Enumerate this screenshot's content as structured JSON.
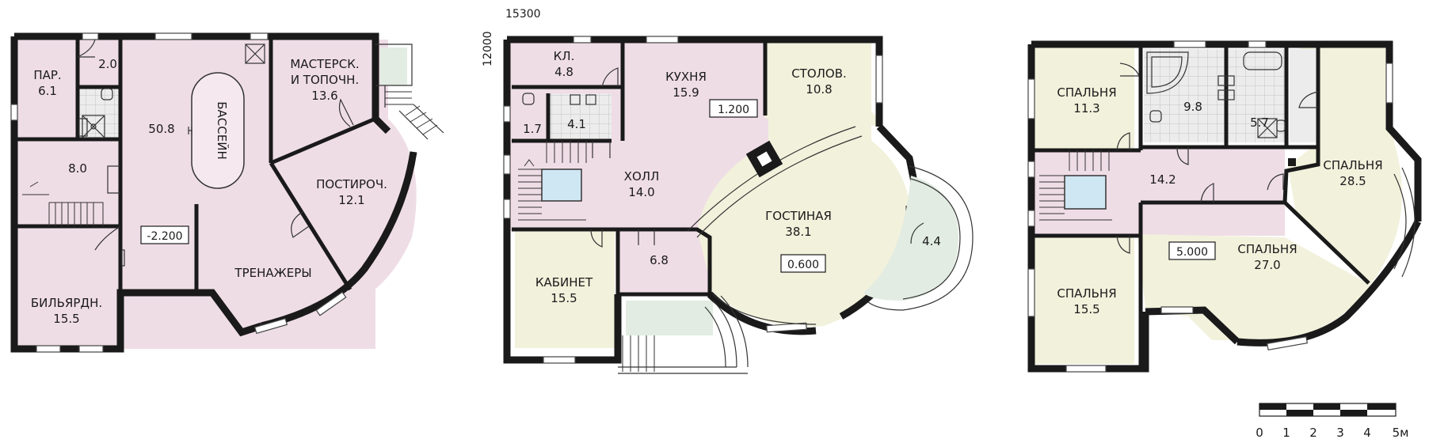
{
  "dimensions": {
    "width": "15300",
    "height": "12000"
  },
  "floors": [
    {
      "rooms": [
        {
          "name": "ПАР.",
          "area": "6.1"
        },
        {
          "name": "",
          "area": "2.0"
        },
        {
          "name": "",
          "area": "8.0"
        },
        {
          "name": "БИЛЬЯРДН.",
          "area": "15.5"
        },
        {
          "name": "",
          "area": "50.8"
        },
        {
          "name": "МАСТЕРСК.",
          "name2": "И ТОПОЧН.",
          "area": "13.6"
        },
        {
          "name": "ПОСТИРОЧ.",
          "area": "12.1"
        },
        {
          "name": "ТРЕНАЖЕРЫ",
          "area": ""
        }
      ],
      "pool_label": "БАССЕЙН",
      "level": "-2.200"
    },
    {
      "rooms": [
        {
          "name": "КЛ.",
          "area": "4.8"
        },
        {
          "name": "",
          "area": "1.7"
        },
        {
          "name": "",
          "area": "4.1"
        },
        {
          "name": "КУХНЯ",
          "area": "15.9"
        },
        {
          "name": "СТОЛОВ.",
          "area": "10.8"
        },
        {
          "name": "ХОЛЛ",
          "area": "14.0"
        },
        {
          "name": "КАБИНЕТ",
          "area": "15.5"
        },
        {
          "name": "",
          "area": "6.8"
        },
        {
          "name": "ГОСТИНАЯ",
          "area": "38.1"
        },
        {
          "name": "",
          "area": "4.4"
        }
      ],
      "level_kitchen": "1.200",
      "level_living": "0.600"
    },
    {
      "rooms": [
        {
          "name": "СПАЛЬНЯ",
          "area": "11.3"
        },
        {
          "name": "",
          "area": "9.8"
        },
        {
          "name": "",
          "area": "5.7"
        },
        {
          "name": "",
          "area": "14.2"
        },
        {
          "name": "СПАЛЬНЯ",
          "area": "28.5"
        },
        {
          "name": "СПАЛЬНЯ",
          "area": "27.0"
        },
        {
          "name": "СПАЛЬНЯ",
          "area": "15.5"
        }
      ],
      "level": "5.000"
    }
  ],
  "scale": {
    "ticks": [
      "0",
      "1",
      "2",
      "3",
      "4",
      "5м"
    ]
  },
  "colors": {
    "pink": "#efdde6",
    "cream": "#f2f1dc",
    "mint": "#e2ece2",
    "wall": "#1a1a1a"
  }
}
